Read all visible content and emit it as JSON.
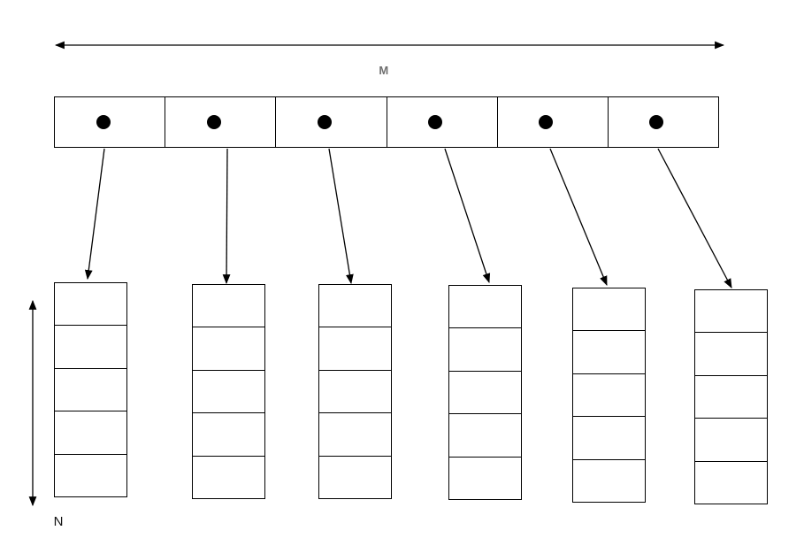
{
  "diagram": {
    "kind": "array-of-pointers-to-chains",
    "background_color": "#ffffff",
    "line_color": "#000000",
    "top_dimension": {
      "label": "M",
      "color": "#6f6f6f"
    },
    "left_dimension": {
      "label": "N",
      "color": "#111111"
    },
    "pointer_array": {
      "cell_count": 6,
      "dot_color": "#000000"
    },
    "chains": {
      "count": 6,
      "cells_per_chain": 5
    },
    "links": [
      {
        "from": "array-cell-1",
        "to": "chain-1"
      },
      {
        "from": "array-cell-2",
        "to": "chain-2"
      },
      {
        "from": "array-cell-3",
        "to": "chain-3"
      },
      {
        "from": "array-cell-4",
        "to": "chain-4"
      },
      {
        "from": "array-cell-5",
        "to": "chain-5"
      },
      {
        "from": "array-cell-6",
        "to": "chain-6"
      }
    ]
  }
}
